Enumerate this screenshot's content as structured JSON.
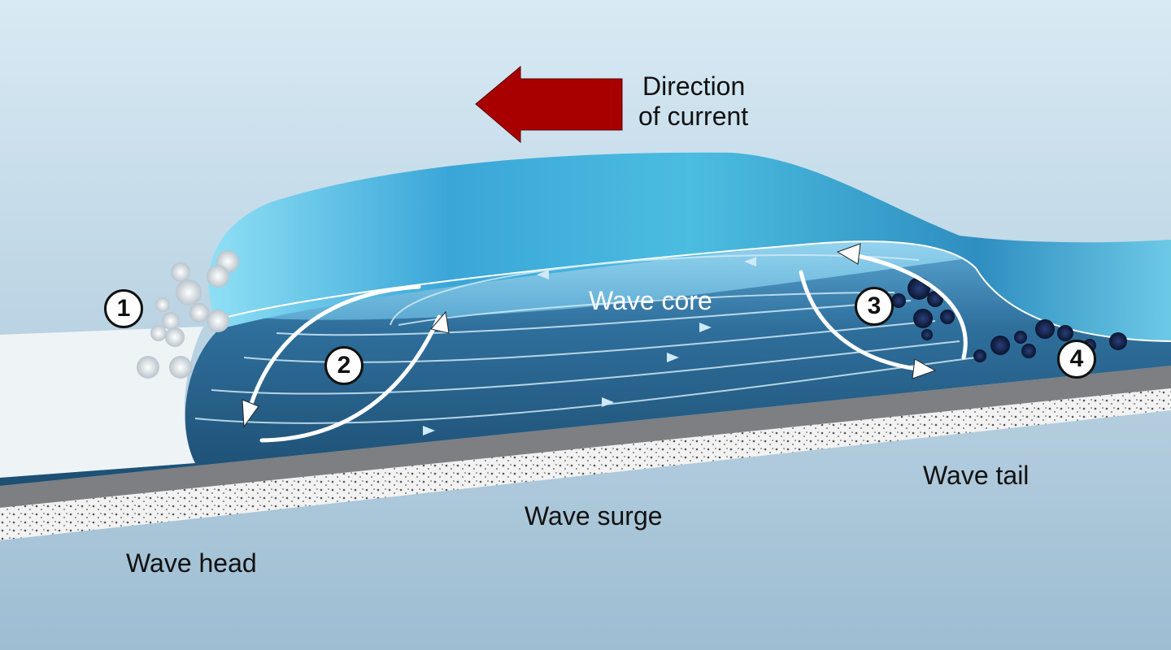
{
  "diagram": {
    "direction_label_line1": "Direction",
    "direction_label_line2": "of current",
    "wave_core": "Wave core",
    "wave_head": "Wave head",
    "wave_surge": "Wave surge",
    "wave_tail": "Wave tail",
    "markers": [
      "1",
      "2",
      "3",
      "4"
    ],
    "colors": {
      "arrow": "#a80000",
      "water_side": "#2f6f9c",
      "water_top": "#49b6dc",
      "background_top": "#d8eaf4",
      "background_bottom": "#9ebdd2"
    }
  }
}
